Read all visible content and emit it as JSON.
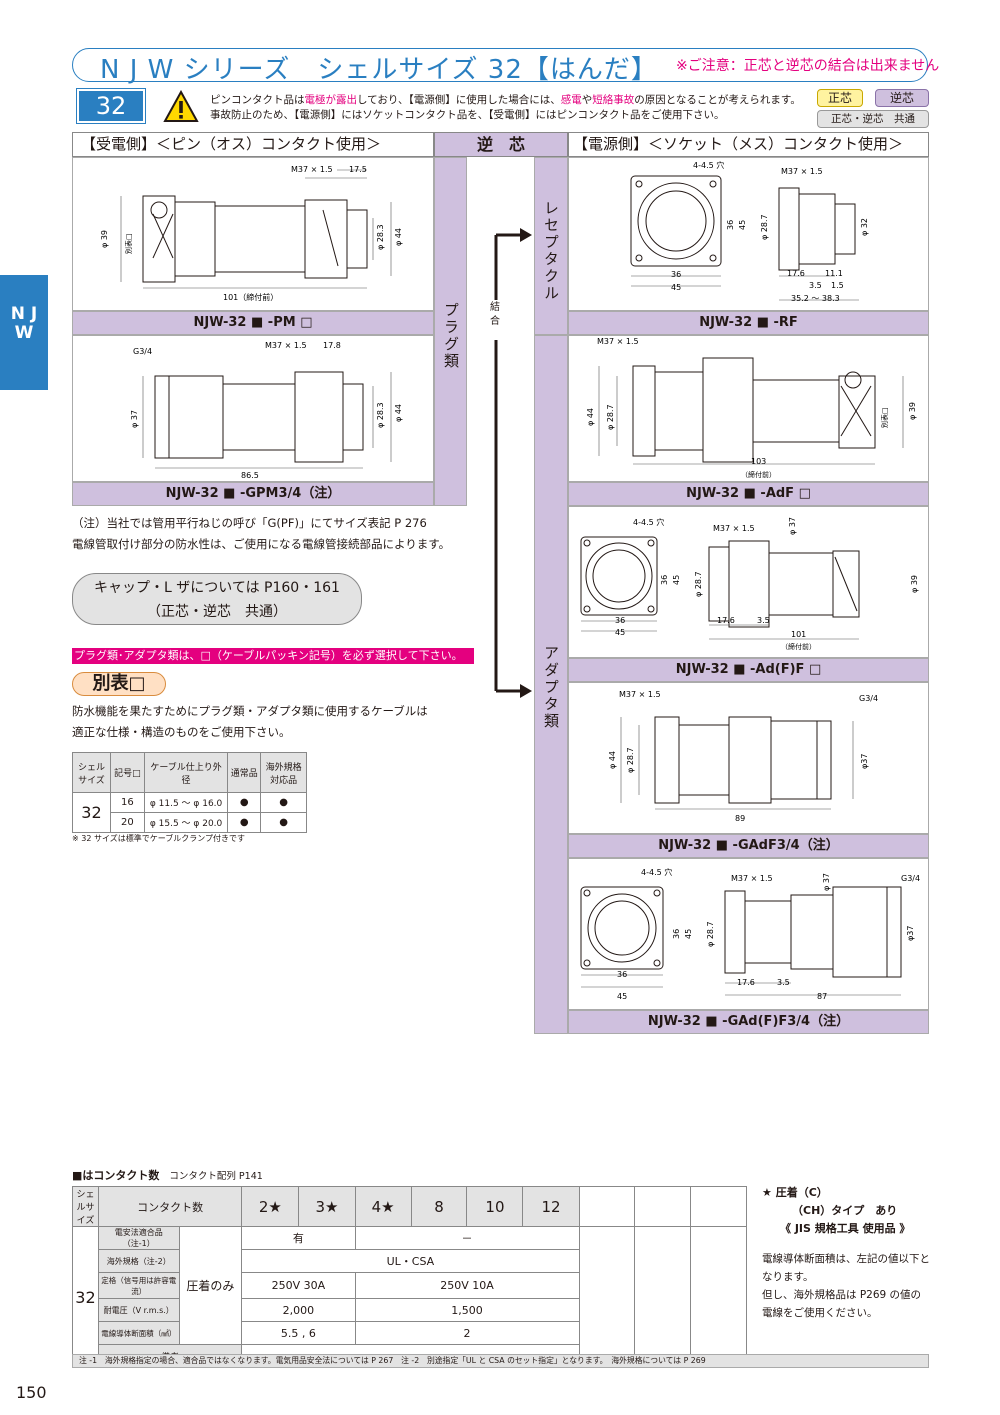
{
  "header": {
    "title": "N J W シリーズ　シェルサイズ 32【はんだ】",
    "note": "※ご注意：正芯と逆芯の結合は出来ません",
    "size": "32",
    "warn_line1_a": "ピンコンタクト品は",
    "warn_line1_b": "電極が露出",
    "warn_line1_c": "しており、【電源側】に使用した場合には、",
    "warn_line1_d": "感電",
    "warn_line1_e": "や",
    "warn_line1_f": "短絡事故",
    "warn_line1_g": "の原因となることが考えられます。",
    "warn_line2": "事故防止のため、【電源側】にはソケットコンタクト品を、【受電側】にはピンコンタクト品をご使用下さい。",
    "pill_seishin": "正芯",
    "pill_gyakushin": "逆芯",
    "pill_common": "正芯・逆芯　共通"
  },
  "side_tab": "N J W",
  "columns": {
    "left_header": "【受電側】＜ピン（オス）コンタクト使用＞",
    "mid_header": "逆　芯",
    "right_header": "【電源側】＜ソケット（メス）コンタクト使用＞",
    "plug_label": "プラグ類",
    "receptacle_label": "レセプタクル",
    "adapter_label": "アダプタ類",
    "join_label": "結合"
  },
  "products": [
    {
      "caption": "NJW-32 ■ -PM □"
    },
    {
      "caption": "NJW-32 ■ -GPM3/4（注）"
    },
    {
      "caption": "NJW-32 ■ -RF"
    },
    {
      "caption": "NJW-32 ■ -AdF □"
    },
    {
      "caption": "NJW-32 ■ -Ad(F)F □"
    },
    {
      "caption": "NJW-32 ■ -GAdF3/4（注）"
    },
    {
      "caption": "NJW-32 ■ -GAd(F)F3/4（注）"
    }
  ],
  "dims": {
    "pm": [
      "M37 × 1.5",
      "17.5",
      "φ 39",
      "別表□",
      "φ 28.3",
      "φ 44",
      "101（締付前）"
    ],
    "gpm": [
      "G3/4",
      "M37 × 1.5",
      "17.8",
      "φ 37",
      "φ 28.3",
      "φ 44",
      "86.5"
    ],
    "rf": [
      "4-4.5 穴",
      "M37 × 1.5",
      "36",
      "45",
      "φ 28.7",
      "φ 32",
      "36",
      "45",
      "17.6",
      "11.1",
      "3.5",
      "1.5",
      "35.2 ～ 38.3"
    ],
    "adf": [
      "M37 × 1.5",
      "φ 44",
      "φ 28.7",
      "別表□",
      "φ 39",
      "103",
      "（締付前）"
    ],
    "adff": [
      "4-4.5 穴",
      "M37 × 1.5",
      "φ 37",
      "36",
      "45",
      "φ 28.7",
      "φ 39",
      "36",
      "45",
      "17.6",
      "3.5",
      "101",
      "（締付前）"
    ],
    "gadf": [
      "M37 × 1.5",
      "G3/4",
      "φ 44",
      "φ 28.7",
      "φ37",
      "89"
    ],
    "gadff": [
      "4-4.5 穴",
      "M37 × 1.5",
      "φ 37",
      "G3/4",
      "36",
      "45",
      "φ 28.7",
      "φ37",
      "36",
      "45",
      "17.6",
      "3.5",
      "87"
    ]
  },
  "notes": {
    "note1": "（注）当社では管用平行ねじの呼び「G(PF)」にてサイズ表記 P 276",
    "note2": "電線管取付け部分の防水性は、ご使用になる電線管接続部品によります。",
    "cap_line1": "キャップ・L ザについては P160・161",
    "cap_line2": "（正芯・逆芯　共通）",
    "pink": "プラグ類･アダプタ類は、□（ケーブルパッキン記号）を必ず選択して下さい。",
    "betsu": "別表□",
    "cable_line1": "防水機能を果たすためにプラグ類・アダプタ類に使用するケーブルは",
    "cable_line2": "適正な仕様・構造のものをご使用下さい。",
    "table_footnote": "※ 32 サイズは標準でケーブルクランプ付きです"
  },
  "cable_table": {
    "headers": [
      "シェルサイズ",
      "記号□",
      "ケーブル仕上り外径",
      "通常品",
      "海外規格対応品"
    ],
    "shell": "32",
    "rows": [
      {
        "code": "16",
        "range": "φ 11.5 ～ φ 16.0",
        "normal": "●",
        "overseas": "●"
      },
      {
        "code": "20",
        "range": "φ 15.5 ～ φ 20.0",
        "normal": "●",
        "overseas": "●"
      }
    ]
  },
  "contact_table": {
    "heading": "■はコンタクト数",
    "heading_ref": "コンタクト配列 P141",
    "shell_header": "シェルサイズ",
    "count_header": "コンタクト数",
    "counts": [
      "2★",
      "3★",
      "4★",
      "8",
      "10",
      "12"
    ],
    "shell": "32",
    "rows": [
      {
        "label": "電安法適合品（注-1）",
        "a": "有",
        "b": "－"
      },
      {
        "label": "海外規格（注-2）",
        "a": "UL・CSA"
      },
      {
        "label": "定格（信号用は許容電流）",
        "a": "250V 30A",
        "b": "250V 10A"
      },
      {
        "label": "耐電圧（V r.m.s.）",
        "a": "2,000",
        "b": "1,500"
      },
      {
        "label": "電線導体断面積（㎟）",
        "a": "5.5 , 6",
        "b": "2"
      },
      {
        "label": "備考",
        "a": "－"
      }
    ],
    "crimp_only": "圧着のみ"
  },
  "right_notes": {
    "line1": "★ 圧着（C）",
    "line2": "（CH）タイプ　あり",
    "line3": "《 JIS 規格工具 使用品 》",
    "line4": "電線導体断面積は、左記の値以下と",
    "line5": "なります。",
    "line6": "但し、海外規格品は P269 の値の",
    "line7": "電線をご使用ください。"
  },
  "footer_note": "注 -1　海外規格指定の場合、適合品ではなくなります。電気用品安全法については P 267　注 -2　別途指定「UL と CSA のセット指定」となります。　海外規格については P 269",
  "page_number": "150",
  "colors": {
    "blue": "#2a7fc1",
    "magenta": "#e4007f",
    "lavender": "#cfc0de"
  }
}
